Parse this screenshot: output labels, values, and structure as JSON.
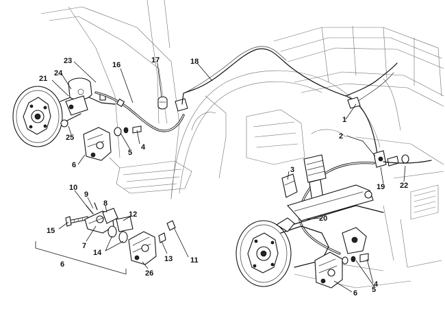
{
  "callouts": [
    {
      "id": "1",
      "text": "1"
    },
    {
      "id": "2",
      "text": "2"
    },
    {
      "id": "3",
      "text": "3"
    },
    {
      "id": "4a",
      "text": "4"
    },
    {
      "id": "4b",
      "text": "4"
    },
    {
      "id": "5a",
      "text": "5"
    },
    {
      "id": "5b",
      "text": "5"
    },
    {
      "id": "6a",
      "text": "6"
    },
    {
      "id": "6b",
      "text": "6"
    },
    {
      "id": "6c",
      "text": "6"
    },
    {
      "id": "7",
      "text": "7"
    },
    {
      "id": "8",
      "text": "8"
    },
    {
      "id": "9",
      "text": "9"
    },
    {
      "id": "10",
      "text": "10"
    },
    {
      "id": "11",
      "text": "11"
    },
    {
      "id": "12",
      "text": "12"
    },
    {
      "id": "13",
      "text": "13"
    },
    {
      "id": "14",
      "text": "14"
    },
    {
      "id": "15",
      "text": "15"
    },
    {
      "id": "16",
      "text": "16"
    },
    {
      "id": "17",
      "text": "17"
    },
    {
      "id": "18",
      "text": "18"
    },
    {
      "id": "19",
      "text": "19"
    },
    {
      "id": "20",
      "text": "20"
    },
    {
      "id": "21",
      "text": "21"
    },
    {
      "id": "22",
      "text": "22"
    },
    {
      "id": "23",
      "text": "23"
    },
    {
      "id": "24",
      "text": "24"
    },
    {
      "id": "25",
      "text": "25"
    },
    {
      "id": "26",
      "text": "26"
    }
  ]
}
